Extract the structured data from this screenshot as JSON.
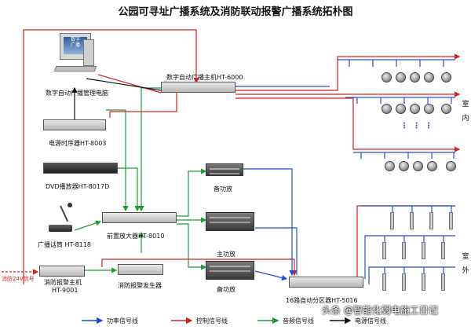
{
  "title": "公园可寻址广播系统及消防联动报警广播系统拓朴图",
  "pc": {
    "label": "数字自动广播管理电脑",
    "screen_text": "数字\n广播"
  },
  "devices": {
    "host": "数字自动广播主机HT-6000",
    "sequencer": "电源时序器HT-8003",
    "dvd": "DVD播放器HT-8017D",
    "mic": "广播话筒 HT-8118",
    "preamp": "前置放大器HT-8010",
    "amp1": "备功放",
    "amp2_top": "主功放",
    "amp2": "备功放",
    "fire_host_line1": "消防报警主机",
    "fire_host_line2": "HT-9001",
    "alarm_gen": "消防报警发生器",
    "zoner": "16路自动分区器HT-5016"
  },
  "fire_signal": "消防24V信号",
  "zones": {
    "indoor": "室\n内",
    "outdoor": "室\n外"
  },
  "legend": [
    {
      "label": "功率信号线",
      "color": "#1f4fd8"
    },
    {
      "label": "控制信号线",
      "color": "#d92020"
    },
    {
      "label": "音频信号线",
      "color": "#1f9a3a"
    },
    {
      "label": "电源信号线",
      "color": "#111111"
    }
  ],
  "watermark": "头条 @智能化弱电施工日记"
}
